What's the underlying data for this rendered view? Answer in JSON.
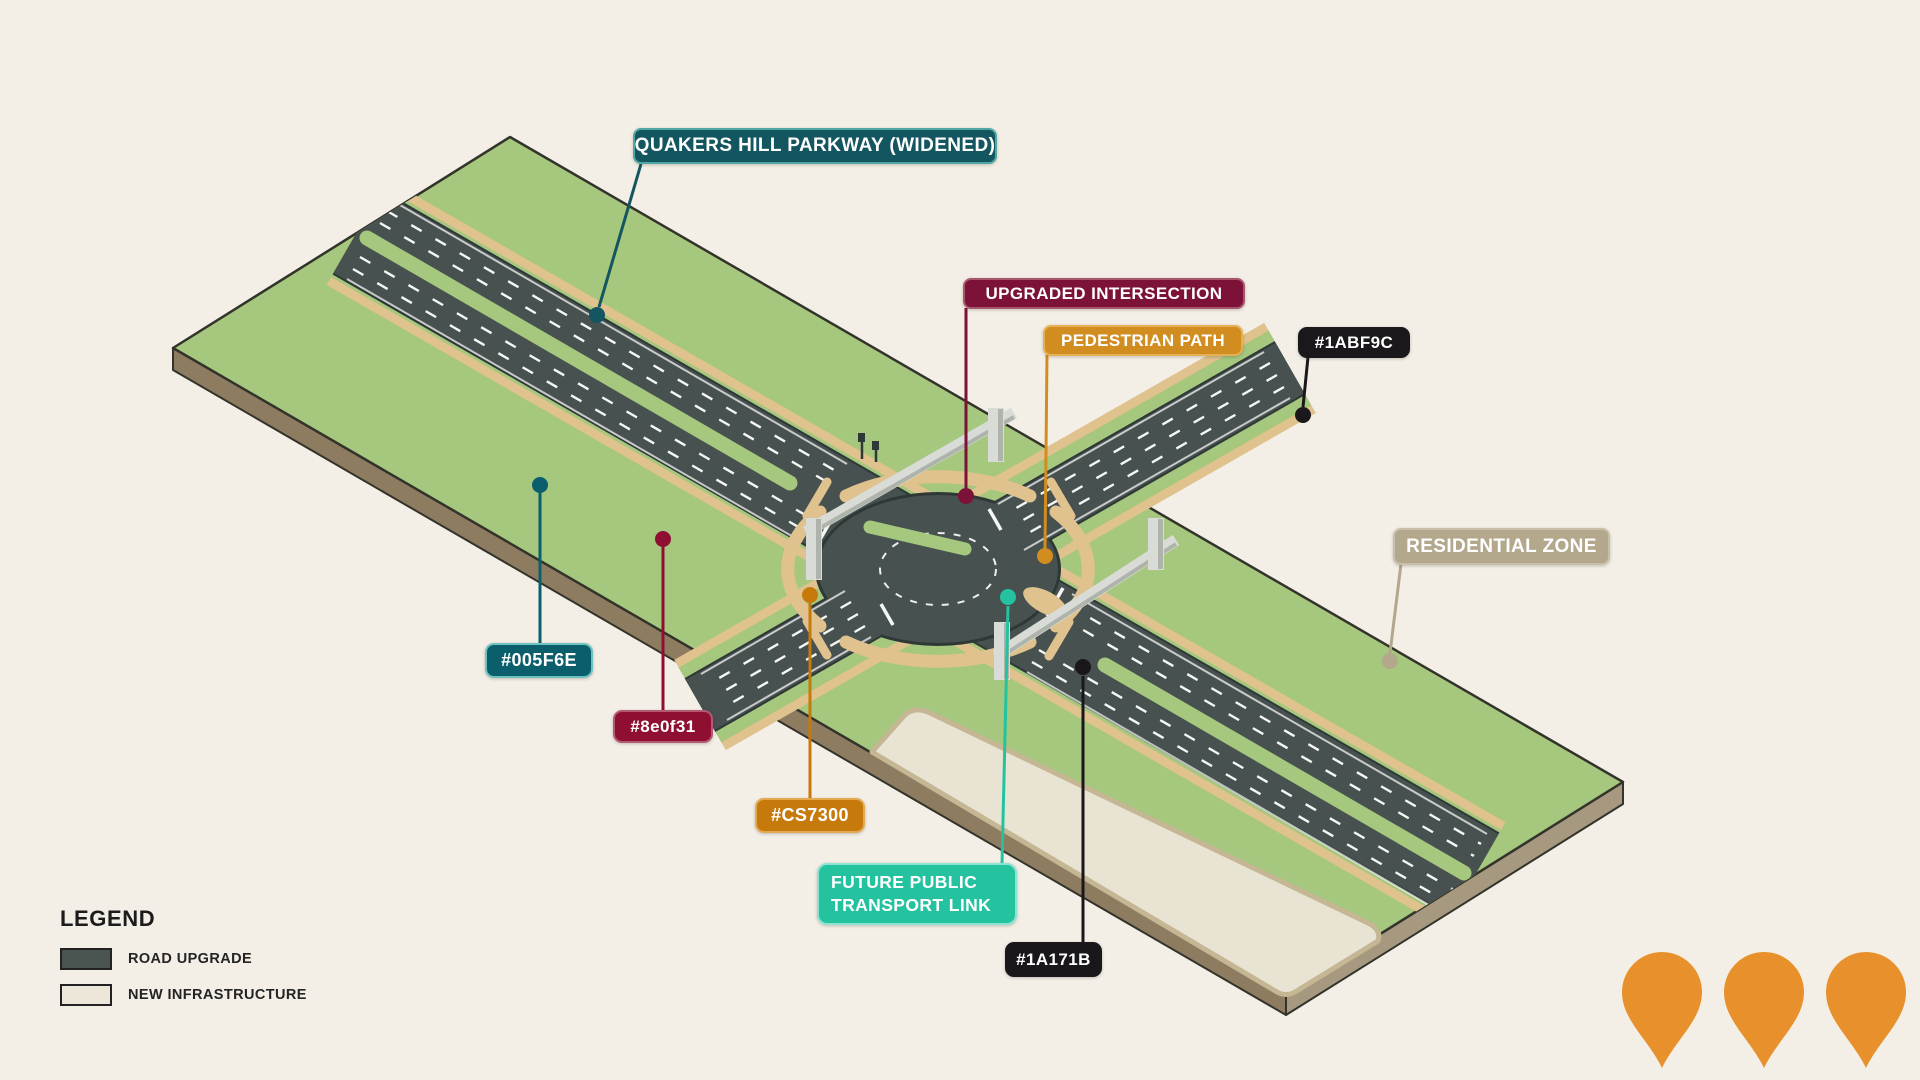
{
  "callouts": [
    {
      "id": "quakers",
      "text": "QUAKERS HILL PARKWAY (WIDENED)",
      "bg": "#14565F",
      "border": "#4FA8A4"
    },
    {
      "id": "upgraded",
      "text": "UPGRADED INTERSECTION",
      "bg": "#7C1237",
      "border": "#A7566C"
    },
    {
      "id": "pedestrian",
      "text": "PEDESTRIAN PATH",
      "bg": "#D28D20",
      "border": "#E5B054"
    },
    {
      "id": "hex-1abf9c",
      "text": "#1ABF9C",
      "bg": "#1B181B",
      "border": "#1B181B"
    },
    {
      "id": "residential",
      "text": "RESIDENTIAL ZONE",
      "bg": "#B3A78C",
      "border": "#C9BFA8"
    },
    {
      "id": "hex-005f6e",
      "text": "#005F6E",
      "bg": "#0B5F6C",
      "border": "#6FC2C2"
    },
    {
      "id": "hex-8e0f31",
      "text": "#8e0f31",
      "bg": "#8E0F31",
      "border": "#B25A72"
    },
    {
      "id": "hex-cs7300",
      "text": "#CS7300",
      "bg": "#C67A0C",
      "border": "#E2A94E"
    },
    {
      "id": "future",
      "text": "FUTURE PUBLIC TRANSPORT LINK",
      "bg": "#25C2A0",
      "border": "#8BE3D1"
    },
    {
      "id": "hex-1a171b",
      "text": "#1A171B",
      "bg": "#1A171B",
      "border": "#1A171B"
    }
  ],
  "legend": {
    "title": "LEGEND",
    "items": [
      {
        "label": "ROAD UPGRADE",
        "swatch": "#4A5551"
      },
      {
        "label": "NEW INFRASTRUCTURE",
        "swatch": "#ECE7D9"
      }
    ]
  },
  "map_pins": {
    "count": 3,
    "color": "#E8912C"
  },
  "scene_colors": {
    "background": "#F4EFE6",
    "plate_green": "#A5C77E",
    "plate_side": "#8D7C60",
    "plate_side_light": "#A6997F",
    "outline": "#33332B",
    "road": "#47514F",
    "road_edge": "#2E3836",
    "lane": "#FFFFFF",
    "tan": "#DFC28E",
    "infra": "#E9E3D4",
    "infra_edge": "#C5B694",
    "gantry_light": "#D9DCD6",
    "gantry_mid": "#AEB4AC",
    "gantry_dark": "#5156534"
  }
}
